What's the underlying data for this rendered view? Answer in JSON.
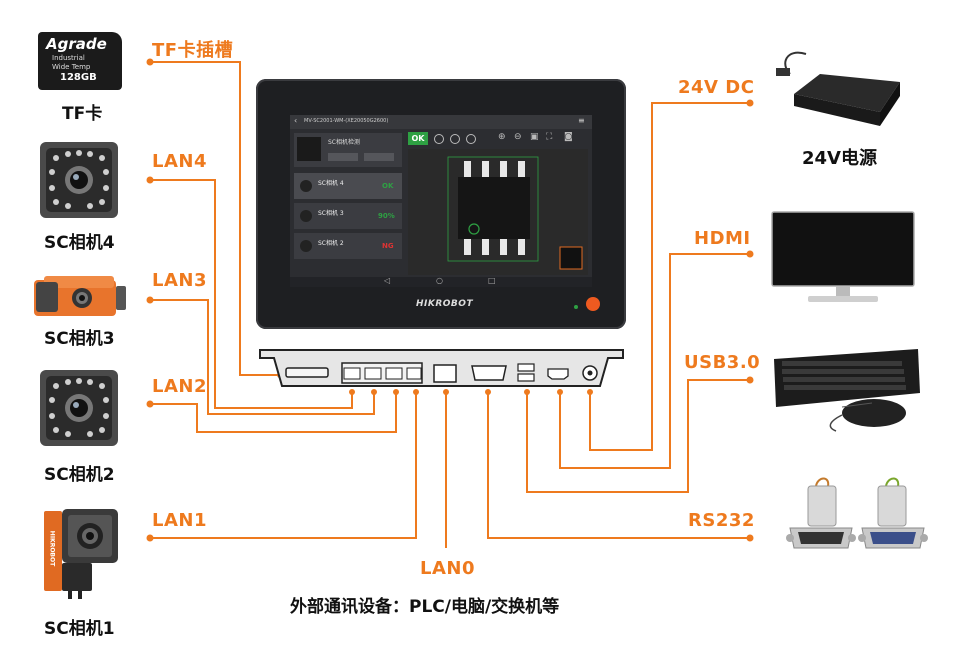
{
  "left_devices": [
    {
      "id": "tf",
      "caption": "TF卡",
      "port_label": "TF卡插槽",
      "card_brand": "Agrade",
      "card_line1": "Industrial",
      "card_line2": "Wide Temp",
      "card_capacity": "128GB"
    },
    {
      "id": "cam4",
      "caption": "SC相机4",
      "port_label": "LAN4"
    },
    {
      "id": "cam3",
      "caption": "SC相机3",
      "port_label": "LAN3"
    },
    {
      "id": "cam2",
      "caption": "SC相机2",
      "port_label": "LAN2"
    },
    {
      "id": "cam1",
      "caption": "SC相机1",
      "port_label": "LAN1",
      "camera_brand": "HIKROBOT"
    }
  ],
  "right_devices": [
    {
      "id": "power",
      "caption": "24V电源",
      "port_label": "24V DC"
    },
    {
      "id": "monitor",
      "caption": "",
      "port_label": "HDMI"
    },
    {
      "id": "keyboard",
      "caption": "",
      "port_label": "USB3.0"
    },
    {
      "id": "serial",
      "caption": "",
      "port_label": "RS232"
    }
  ],
  "bottom": {
    "lan0_label": "LAN0",
    "footer": "外部通讯设备：PLC/电脑/交换机等"
  },
  "panel": {
    "brand": "HIKROBOT",
    "screen_title": "MV-SC2001-WM-(XE20050G2600)",
    "ok_badge": "OK",
    "job_title": "SC相机检测",
    "items": [
      {
        "name": "SC相机  4",
        "status": "OK"
      },
      {
        "name": "SC相机  3",
        "status": "90%"
      },
      {
        "name": "SC相机  2",
        "status": "NG"
      }
    ]
  },
  "colors": {
    "accent": "#ee7a1e",
    "ok_green": "#2ea043",
    "panel_dark": "#1e1f22"
  }
}
